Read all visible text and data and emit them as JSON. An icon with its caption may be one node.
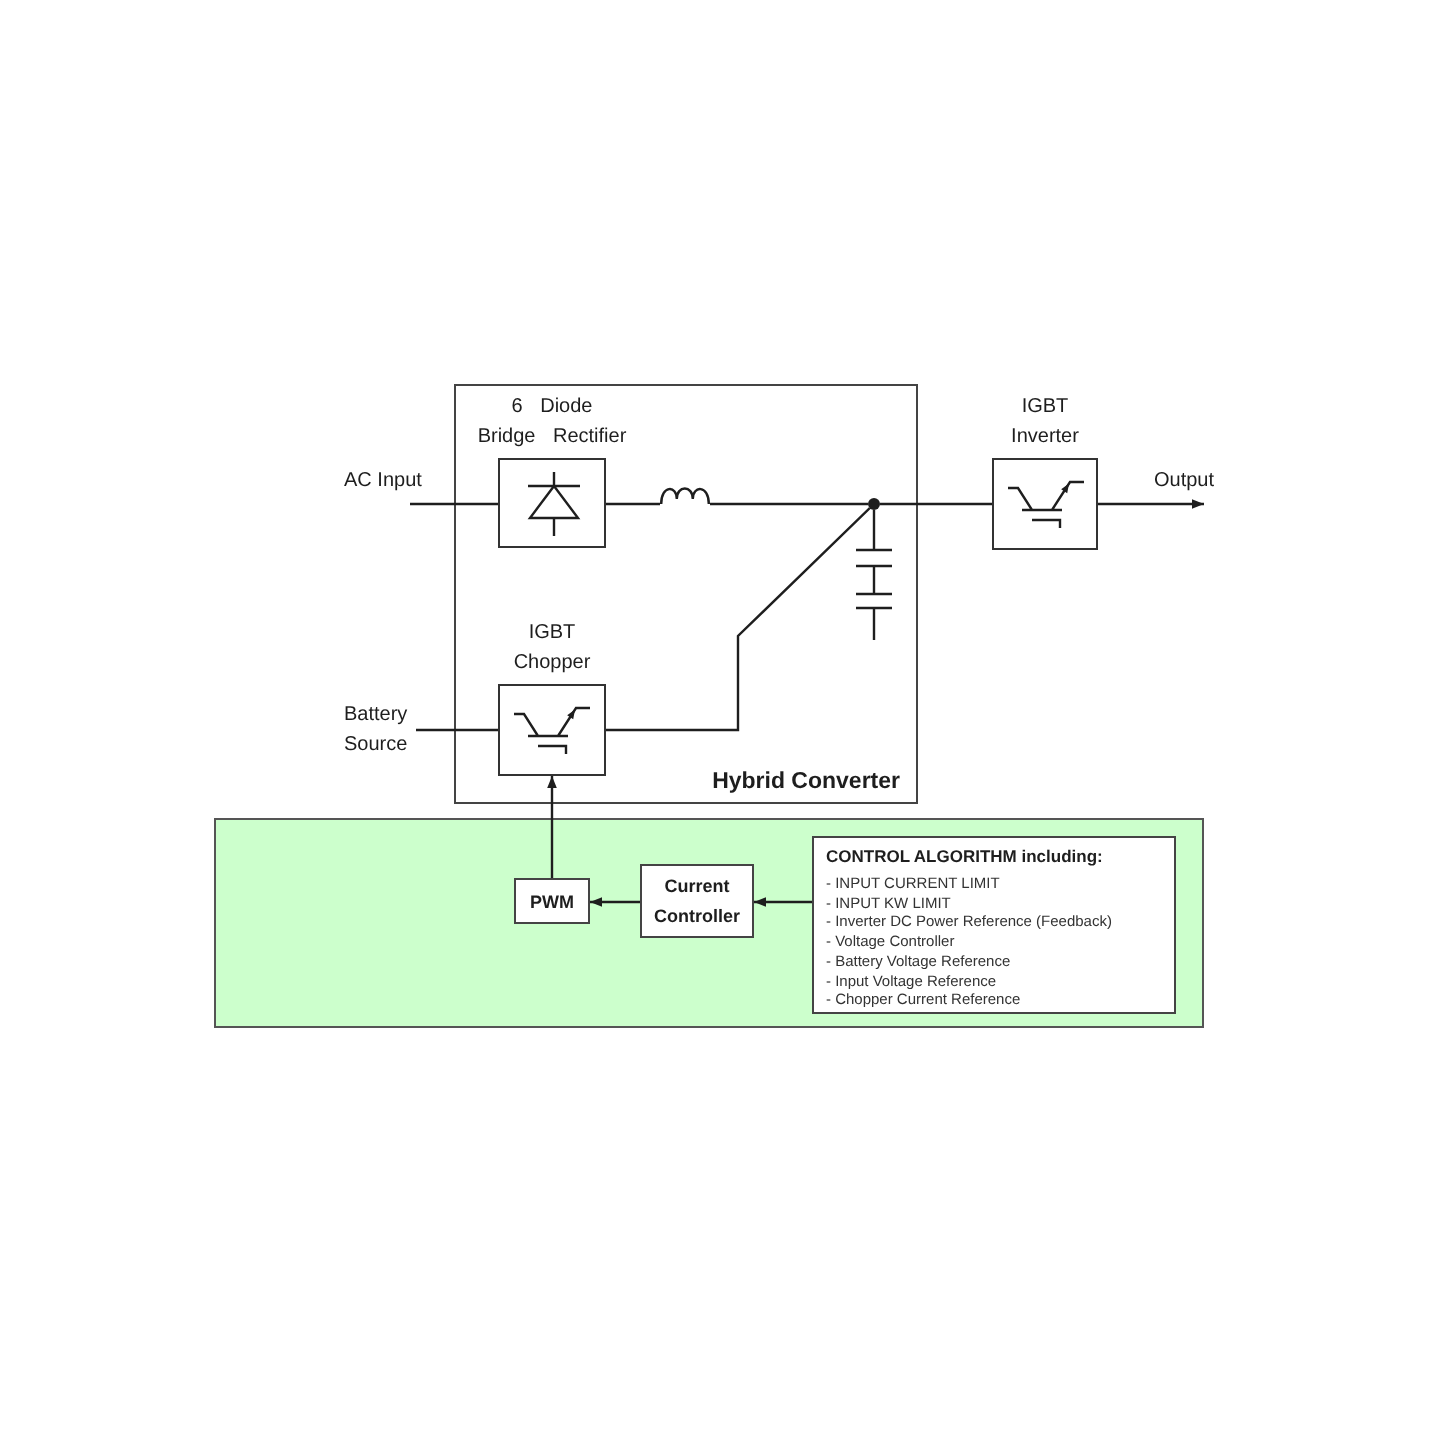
{
  "diagram": {
    "nodes": [
      {
        "text": [
          "AC Input"
        ]
      },
      {
        "text": [
          "Hybrid Converter"
        ]
      },
      {
        "text": [
          "6 Diode Bridge Rectifier"
        ],
        "in": 1
      },
      {
        "text": [],
        "shape": "picture",
        "in": 1
      },
      {
        "text": [],
        "shape": "circle",
        "in": 1
      },
      {
        "text": [],
        "shape": "picture",
        "in": 1
      },
      {
        "text": [
          "IGBT Chopper"
        ],
        "in": 1
      },
      {
        "text": [
          "Battery Source"
        ]
      },
      {
        "text": [
          "IGBT Inverter"
        ]
      },
      {
        "text": [
          "Output"
        ]
      },
      {
        "text": [],
        "shape": "box"
      },
      {
        "text": [
          "PWM"
        ],
        "in": 10
      },
      {
        "text": [
          "Current Controller"
        ],
        "in": 10
      },
      {
        "text": [
          "CONTROL ALGORITHM including:",
          "- INPUT CURRENT LIMIT",
          "- INPUT KW LIMIT",
          "- Inverter DC Power Reference (Feedback)",
          "- Voltage Controller",
          "- Battery Voltage Reference",
          "- Input Voltage Reference",
          "- Chopper Current Reference"
        ],
        "in": 10
      }
    ],
    "edges": [
      {
        "from": 0,
        "to": 2,
        "arrow": "none"
      },
      {
        "from": 2,
        "to": 3,
        "arrow": "none"
      },
      {
        "from": 3,
        "to": 4,
        "arrow": "none"
      },
      {
        "from": 4,
        "to": 8,
        "arrow": "none"
      },
      {
        "from": 4,
        "to": 5,
        "arrow": "none"
      },
      {
        "from": 7,
        "to": 6,
        "arrow": "none"
      },
      {
        "from": 6,
        "to": 4,
        "arrow": "none"
      },
      {
        "from": 8,
        "to": 9,
        "arrow": "to"
      },
      {
        "from": 11,
        "to": 6,
        "arrow": "to"
      },
      {
        "from": 12,
        "to": 11,
        "arrow": "to"
      },
      {
        "from": 13,
        "to": 12,
        "arrow": "to"
      }
    ]
  }
}
